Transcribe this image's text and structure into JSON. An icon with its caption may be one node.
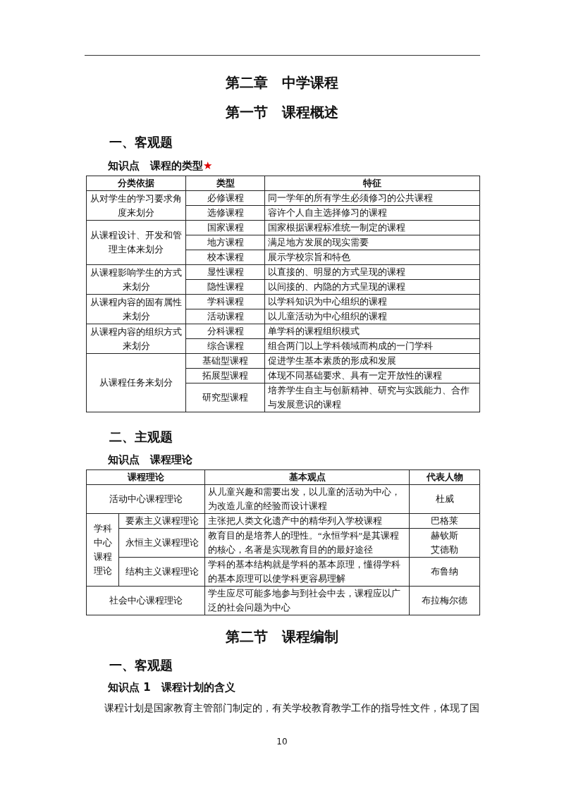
{
  "diagram": {
    "title": "第二章　中学课程",
    "labels": [
      "第一节　课程概述",
      "一、客观题",
      "知识点　课程的类型",
      "★",
      "分类依据",
      "类型",
      "特征",
      "从对学生的学习要求角度来划分",
      "必修课程",
      "同一学年的所有学生必须修习的公共课程",
      "选修课程",
      "容许个人自主选择修习的课程",
      "从课程设计、开发和管理主体来划分",
      "国家课程",
      "国家根据课程标准统一制定的课程",
      "地方课程",
      "满足地方发展的现实需要",
      "校本课程",
      "展示学校宗旨和特色",
      "从课程影响学生的方式来划分",
      "显性课程",
      "以直接的、明显的方式呈现的课程",
      "隐性课程",
      "以间接的、内隐的方式呈现的课程",
      "从课程内容的固有属性来划分",
      "学科课程",
      "以学科知识为中心组织的课程",
      "活动课程",
      "以儿童活动为中心组织的课程",
      "从课程内容的组织方式来划分",
      "分科课程",
      "单学科的课程组织模式",
      "综合课程",
      "组合两门以上学科领域而构成的一门学科",
      "从课程任务来划分",
      "基础型课程",
      "促进学生基本素质的形成和发展",
      "拓展型课程",
      "体现不同基础要求、具有一定开放性的课程",
      "研究型课程",
      "培养学生自主与创新精神、研究与实践能力、合作与发展意识的课程",
      "二、主观题",
      "知识点　课程理论",
      "课程理论",
      "基本观点",
      "代表人物",
      "活动中心课程理论",
      "从儿童兴趣和需要出发，以儿童的活动为中心，为改造儿童的经验而设计课程",
      "杜威",
      "学科中心课程理论",
      "要素主义课程理论",
      "主张把人类文化遗产中的精华列入学校课程",
      "巴格莱",
      "永恒主义课程理论",
      "教育目的是培养人的理性。“永恒学科”是其课程的核心，名著是实现教育目的的最好途径",
      "赫钦斯",
      "艾德勒",
      "结构主义课程理论",
      "学科的基本结构就是学科的基本原理，懂得学科的基本原理可以使学科更容易理解",
      "布鲁纳",
      "社会中心课程理论",
      "学生应尽可能多地参与到社会中去，课程应以广泛的社会问题为中心",
      "布拉梅尔德",
      "第二节　课程编制",
      "一、客观题",
      "知识点 1　课程计划的含义",
      "课程计划是国家教育主管部门制定的，有关学校教育教学工作的指导性文件，体现了国",
      "10"
    ]
  }
}
